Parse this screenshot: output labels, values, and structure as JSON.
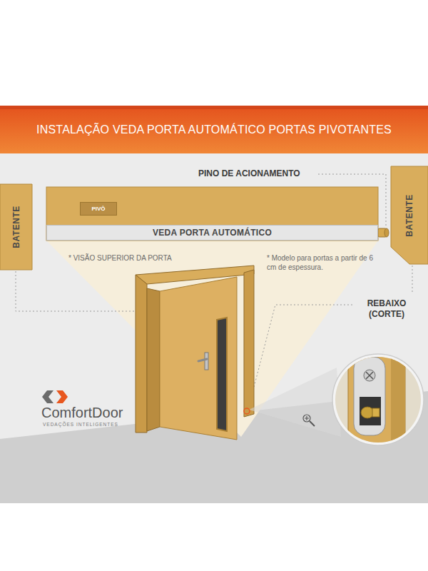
{
  "diagram": {
    "title": "INSTALAÇÃO VEDA PORTA AUTOMÁTICO PORTAS PIVOTANTES",
    "nodes": [
      {
        "text": [
          "BATENTE"
        ]
      },
      {
        "text": [
          "PIVÔ"
        ]
      },
      {
        "text": [
          "VEDA PORTA AUTOMÁTICO"
        ]
      },
      {
        "text": [
          "BATENTE"
        ]
      }
    ],
    "labels": [
      "PINO DE ACIONAMENTO",
      "* VISÃO SUPERIOR DA PORTA",
      "* Modelo para portas a partir de 6 cm de espessura.",
      "REBAIXO (CORTE)",
      "ComfortDoor",
      "VEDAÇÕES INTELIGENTES"
    ]
  }
}
